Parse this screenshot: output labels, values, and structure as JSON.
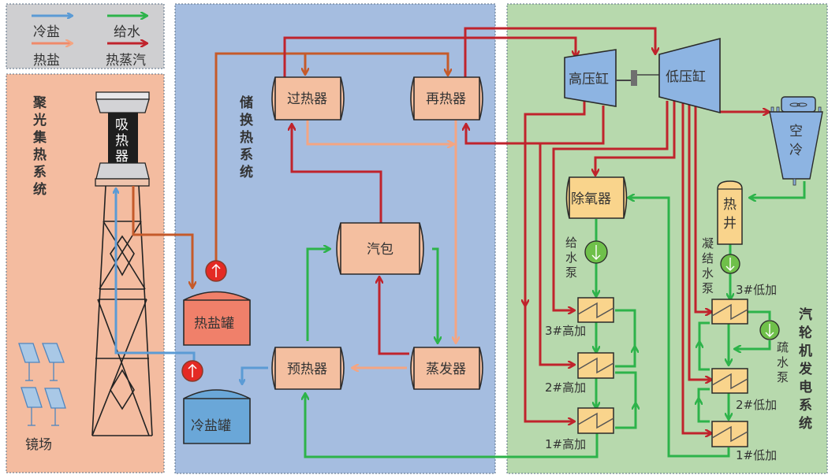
{
  "legend": {
    "items": [
      {
        "label": "冷盐",
        "color": "#5b9bd5"
      },
      {
        "label": "给水",
        "color": "#2db34a"
      },
      {
        "label": "热盐",
        "color": "#f08a6a"
      },
      {
        "label": "热蒸汽",
        "color": "#c0232c"
      }
    ]
  },
  "sections": {
    "solar": {
      "title": "聚光集热系统",
      "title_chars": [
        "聚",
        "光",
        "集",
        "热",
        "系",
        "统"
      ],
      "bg": "#f4bca0"
    },
    "storage": {
      "title": "储换热系统",
      "title_chars": [
        "储",
        "换",
        "热",
        "系",
        "统"
      ],
      "bg": "#a5bde0"
    },
    "turbine": {
      "title": "汽轮机发电系统",
      "title_chars": [
        "汽",
        "轮",
        "机",
        "发",
        "电",
        "系",
        "统"
      ],
      "bg": "#b7d9ad"
    }
  },
  "solar": {
    "receiver_chars": [
      "吸",
      "热",
      "器"
    ],
    "mirror_field": "镜场"
  },
  "storage": {
    "superheater": "过热器",
    "reheater": "再热器",
    "drum": "汽包",
    "preheater": "预热器",
    "evaporator": "蒸发器",
    "hot_tank": "热盐罐",
    "cold_tank": "冷盐罐"
  },
  "turbine": {
    "hp": "高压缸",
    "lp": "低压缸",
    "aircool_chars": [
      "空",
      "冷"
    ],
    "deaerator": "除氧器",
    "hotwell_chars": [
      "热",
      "井"
    ],
    "feed_pump_chars": [
      "给",
      "水",
      "泵"
    ],
    "cond_pump_chars": [
      "凝",
      "结",
      "水",
      "泵"
    ],
    "drain_pump_chars": [
      "疏",
      "水",
      "泵"
    ],
    "hp_heaters": [
      "3#高加",
      "2#高加",
      "1#高加"
    ],
    "lp_heaters": [
      "3#低加",
      "2#低加",
      "1#低加"
    ]
  },
  "colors": {
    "cold_salt": "#5b9bd5",
    "hot_salt": "#c55a2a",
    "hot_salt_light": "#f4a582",
    "feedwater": "#2db34a",
    "steam": "#c0232c",
    "vessel": "#f4bfa0",
    "heater": "#f9d48c",
    "turbine": "#8db4e2"
  }
}
